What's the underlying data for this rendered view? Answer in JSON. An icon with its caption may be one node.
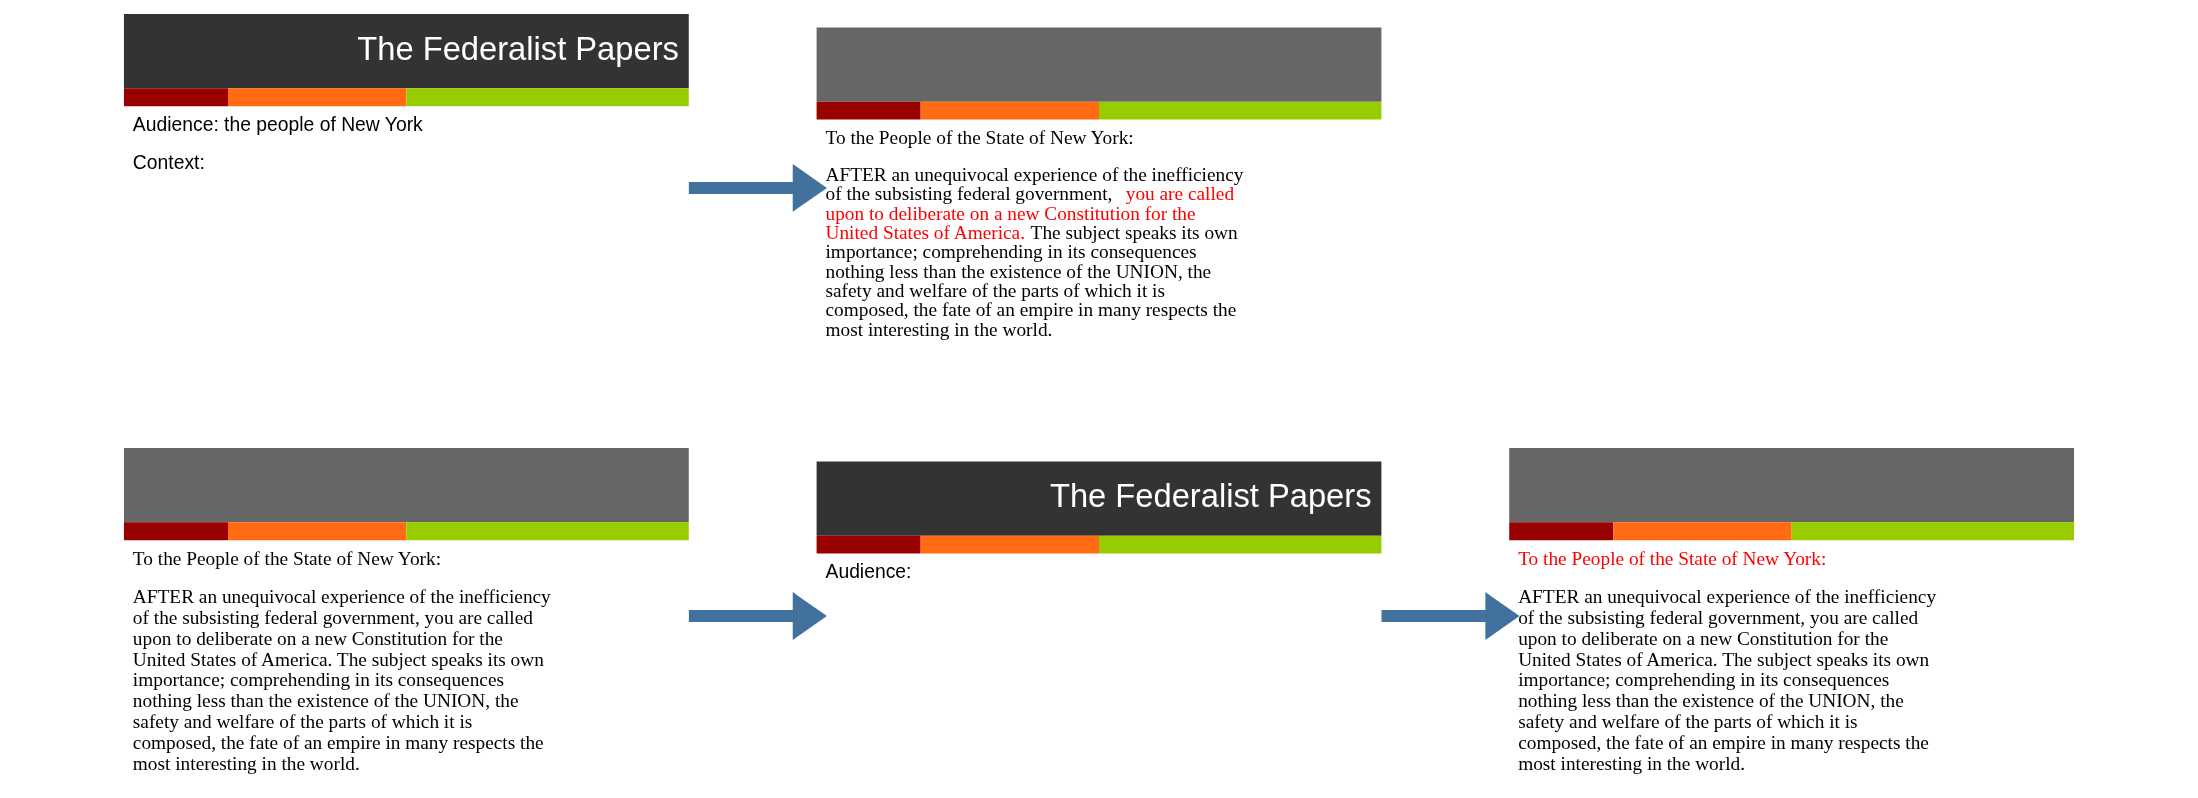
{
  "diagram": {
    "nodes": [
      {
        "text": [
          "To the People of the State of New York:",
          "AFTER an unequivocal experience of the inefficiency of the subsisting federal government, you are called upon to deliberate on a new Constitution for the United States of America. The subject speaks its own importance; comprehending in its consequences nothing less than the existence of the UNION, the safety and welfare of the parts of which it is composed, the fate of an empire in many respects the most interesting in the world."
        ]
      },
      {
        "text": [
          "The Federalist Papers",
          "Audience:"
        ]
      },
      {
        "text": [
          "To the People of the State of New York:",
          "AFTER an unequivocal experience of the inefficiency of the subsisting federal government, you are called upon to deliberate on a new Constitution for the United States of America. The subject speaks its own importance; comprehending in its consequences nothing less than the existence of the UNION, the safety and welfare of the parts of which it is composed, the fate of an empire in many respects the most interesting in the world."
        ]
      },
      {
        "text": [
          "The Federalist Papers",
          "Audience: the people of New York",
          "Context:"
        ]
      },
      {
        "text": [
          "To the People of the State of New York:",
          "AFTER an unequivocal experience of the inefficiency of the subsisting federal government, you are called upon to deliberate on a new Constitution for the United States of America. The subject speaks its own importance; comprehending in its consequences nothing less than the existence of the UNION, the safety and welfare of the parts of which it is composed, the fate of an empire in many respects the most interesting in the world."
        ]
      }
    ],
    "edges": [
      {
        "from": 0,
        "to": 1,
        "arrow": "to"
      },
      {
        "from": 1,
        "to": 2,
        "arrow": "to"
      },
      {
        "from": 3,
        "to": 4,
        "arrow": "to"
      }
    ]
  }
}
